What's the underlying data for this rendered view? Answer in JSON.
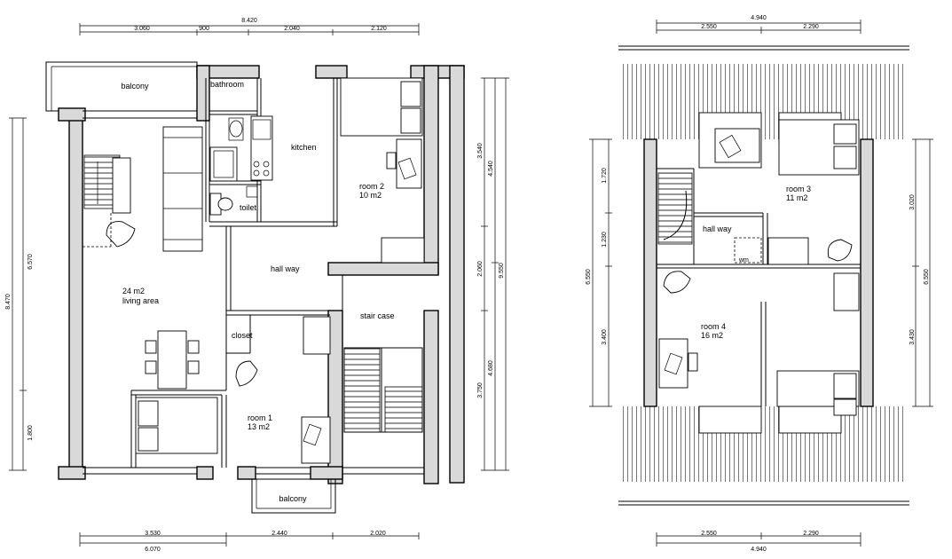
{
  "rooms": {
    "balcony_top": "balcony",
    "bathroom": "bathroom",
    "kitchen": "kitchen",
    "toilet": "toilet",
    "room2_name": "room 2",
    "room2_area": "10 m2",
    "hallway_ground": "hall way",
    "living_area": "24 m2",
    "living_name": "living area",
    "staircase": "stair case",
    "closet": "closet",
    "room1_name": "room 1",
    "room1_area": "13 m2",
    "balcony_bottom": "balcony",
    "room3_name": "room 3",
    "room3_area": "11 m2",
    "hallway_upper": "hall way",
    "room4_name": "room 4",
    "room4_area": "16 m2",
    "wm": "wm"
  },
  "dimensions": {
    "top_total": "8.420",
    "top_seg1": "3.060",
    "top_seg2": "900",
    "top_seg3": "2.040",
    "top_seg4": "2.120",
    "bottom_seg1": "3.530",
    "bottom_seg2": "2.440",
    "bottom_seg3": "2.020",
    "bottom_total": "6.070",
    "left_total": "8.470",
    "left_seg1": "6.570",
    "left_seg2": "1.800",
    "right_a1": "3.540",
    "right_a2": "4.540",
    "right_a3": "2.060",
    "right_a4": "9.550",
    "right_a5": "3.750",
    "right_a6": "4.680",
    "upper_top_total": "4.940",
    "upper_top_seg1": "2.550",
    "upper_top_seg2": "2.290",
    "upper_bottom_seg1": "2.550",
    "upper_bottom_seg2": "2.290",
    "upper_bottom_total": "4.940",
    "upper_left_total": "6.550",
    "upper_left_seg1": "1.720",
    "upper_left_seg2": "1.230",
    "upper_left_seg3": "3.400",
    "upper_right_seg1": "3.020",
    "upper_right_total": "6.550",
    "upper_right_seg2": "3.430"
  }
}
